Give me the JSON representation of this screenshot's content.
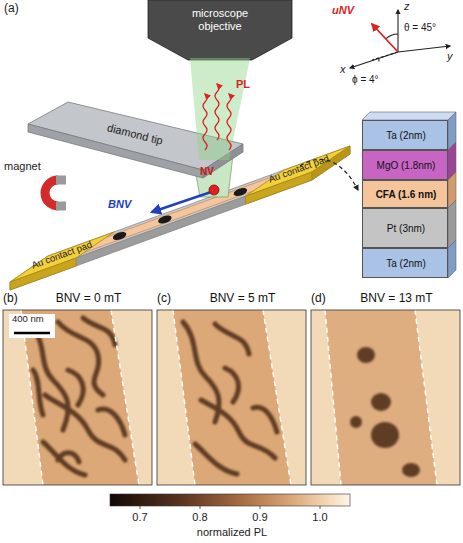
{
  "diagram": {
    "nodes": [
      {
        "text": [
          "microscope objective"
        ]
      },
      {
        "text": [
          "diamond tip"
        ]
      },
      {
        "text": [
          "Au contact pad"
        ]
      },
      {
        "text": [
          "Au contact pad"
        ]
      },
      {
        "text": [
          "Ta (2nm)"
        ]
      },
      {
        "text": [
          "MgO (1.8nm)"
        ]
      },
      {
        "text": [
          "CFA (1.6 nm)"
        ]
      },
      {
        "text": [
          "Pt (3nm)"
        ]
      },
      {
        "text": [
          "Ta (2nm)"
        ]
      },
      {
        "text": [
          "(b)",
          "BNV = 0 mT"
        ]
      },
      {
        "text": [
          "(c)",
          "BNV = 5 mT"
        ]
      },
      {
        "text": [
          "(d)",
          "BNV = 13 mT"
        ]
      }
    ],
    "labels": [
      "(a)",
      "PL",
      "NV",
      "magnet",
      "BNV",
      "uNV",
      "θ = 45°",
      "ϕ = 4°",
      "x",
      "y",
      "z",
      "400 nm",
      "0.7",
      "0.8",
      "0.9",
      "1.0",
      "normalized PL"
    ]
  }
}
